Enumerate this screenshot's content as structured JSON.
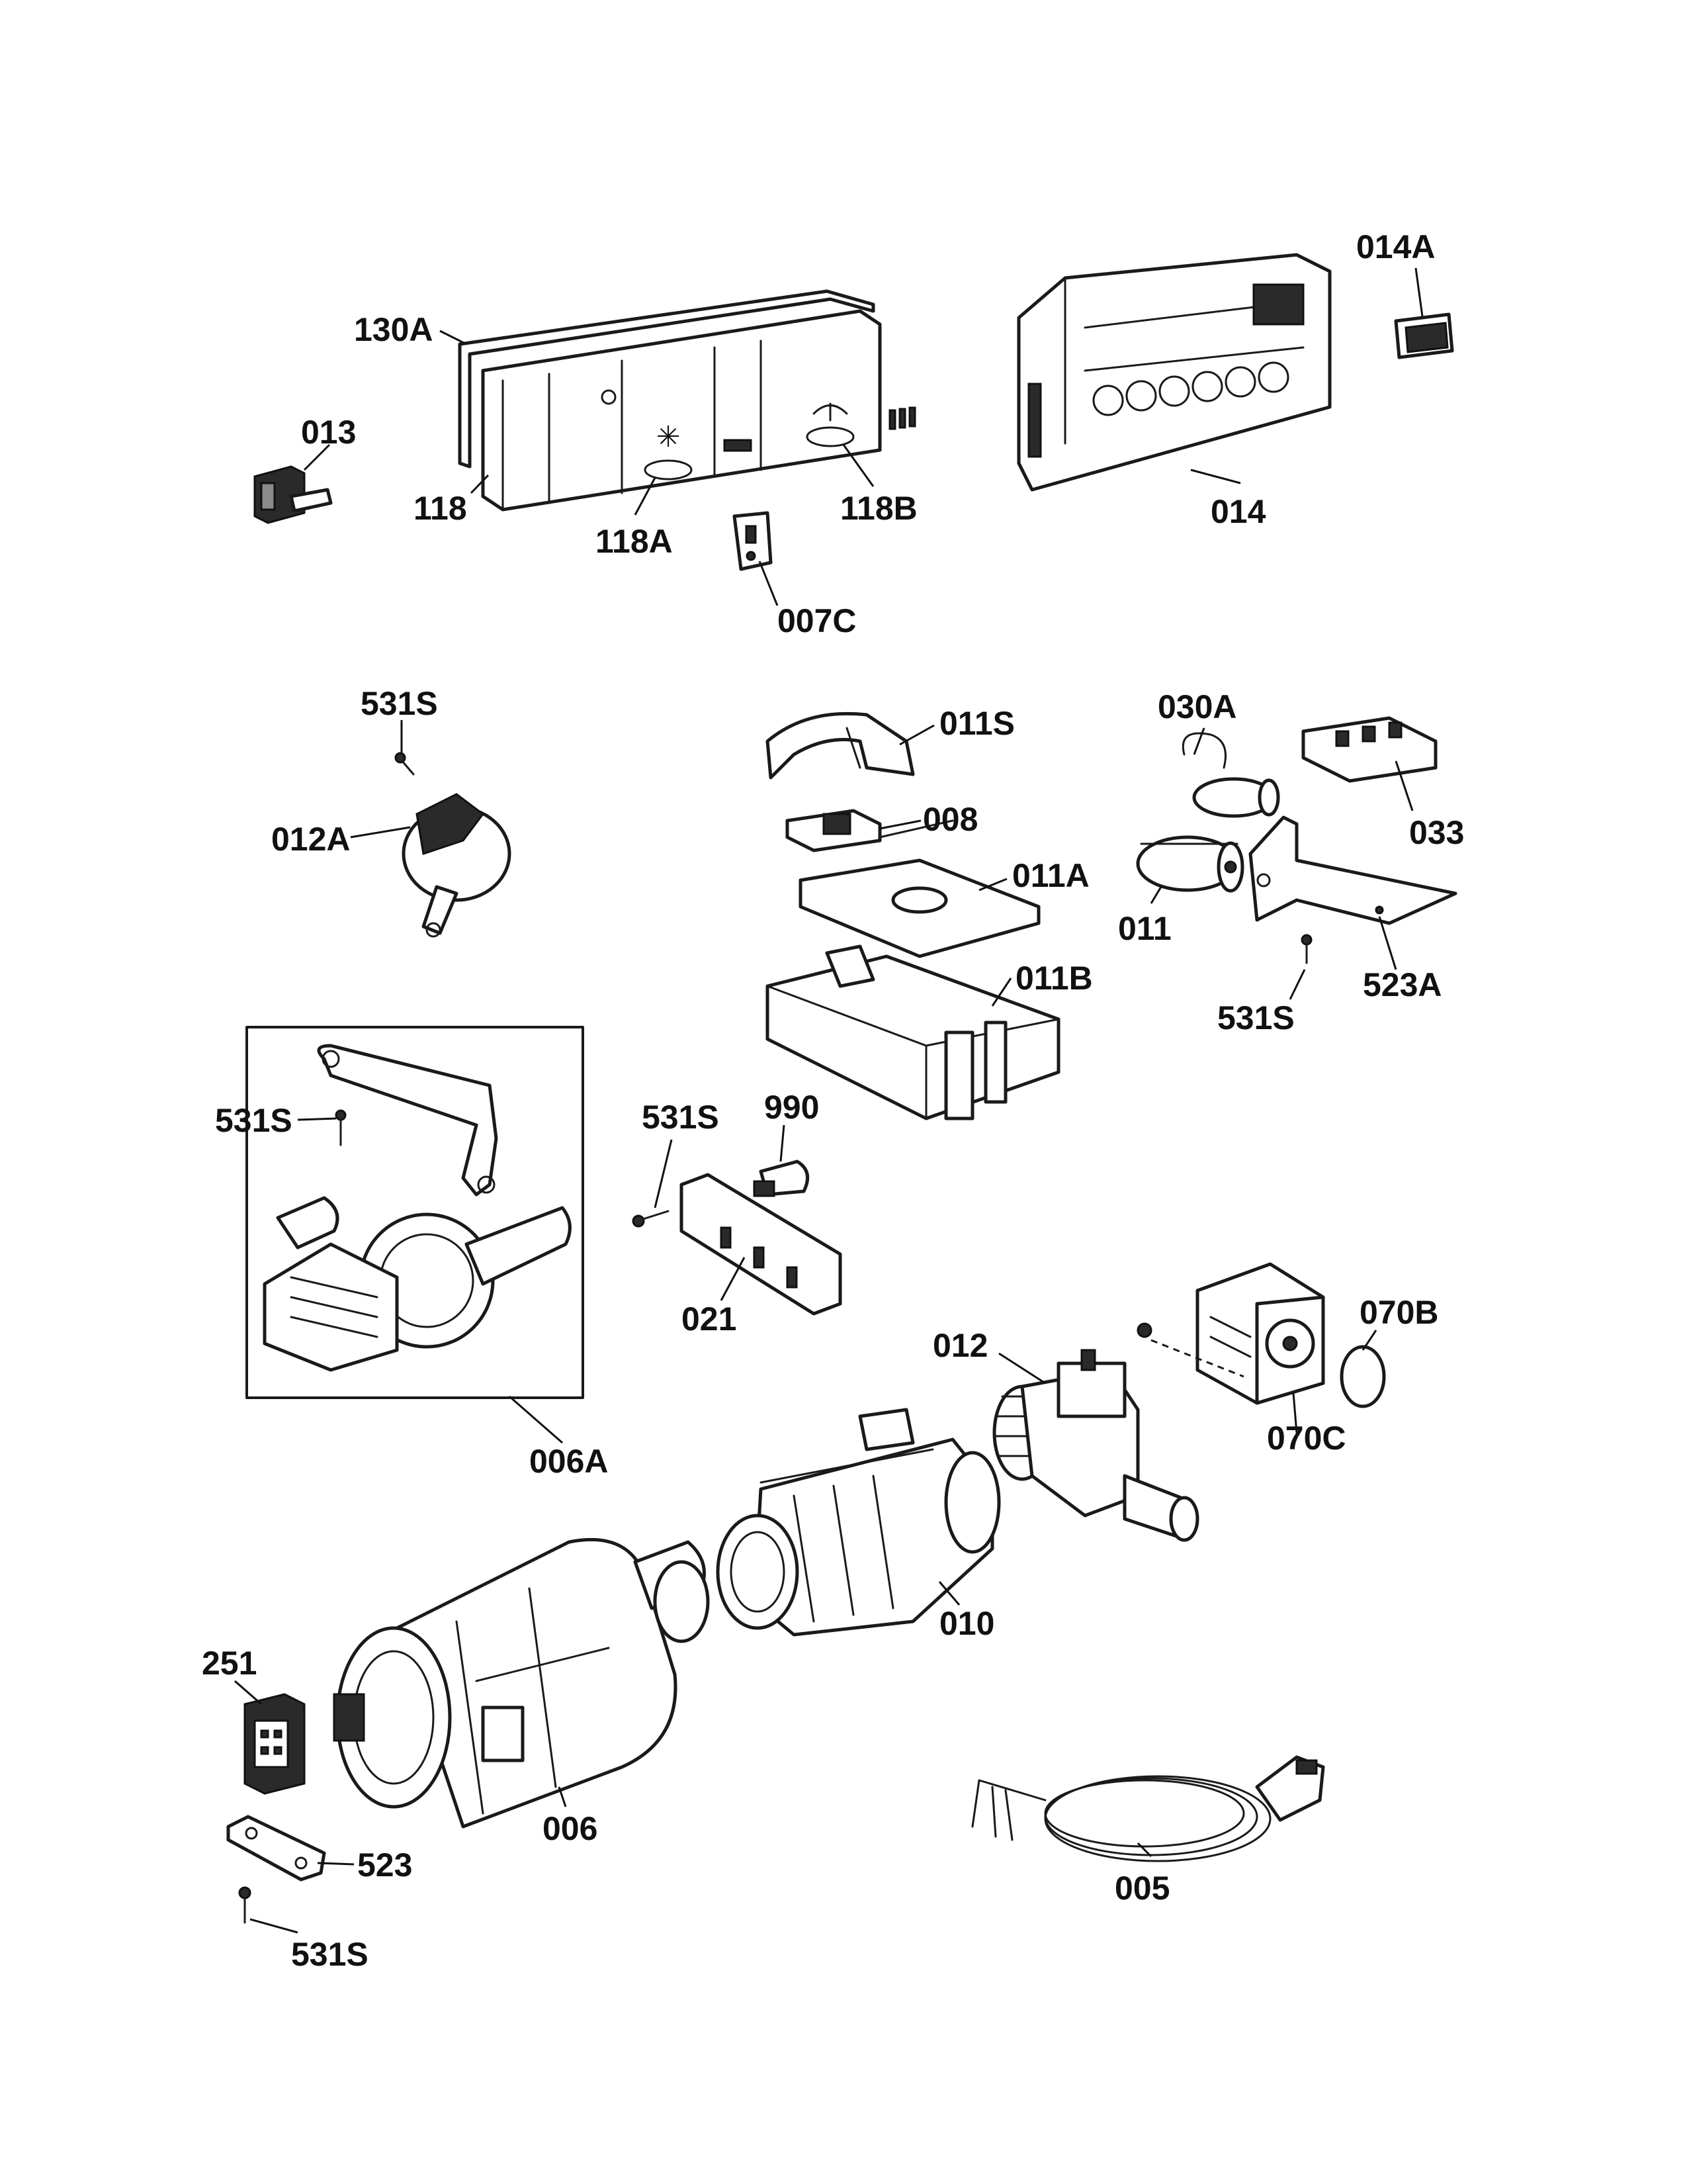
{
  "labels": {
    "l130A": "130A",
    "l118": "118",
    "l118A": "118A",
    "l118B": "118B",
    "l013": "013",
    "l007C": "007C",
    "l014": "014",
    "l014A": "014A",
    "l531S_a": "531S",
    "l012A": "012A",
    "l011S": "011S",
    "l008": "008",
    "l011A": "011A",
    "l011B": "011B",
    "l030A": "030A",
    "l033": "033",
    "l011": "011",
    "l523A": "523A",
    "l531S_b": "531S",
    "l531S_c": "531S",
    "l531S_d": "531S",
    "l990": "990",
    "l021": "021",
    "l006A": "006A",
    "l012": "012",
    "l070B": "070B",
    "l070C": "070C",
    "l010": "010",
    "l251": "251",
    "l006": "006",
    "l523": "523",
    "l531S_e": "531S",
    "l005": "005"
  }
}
